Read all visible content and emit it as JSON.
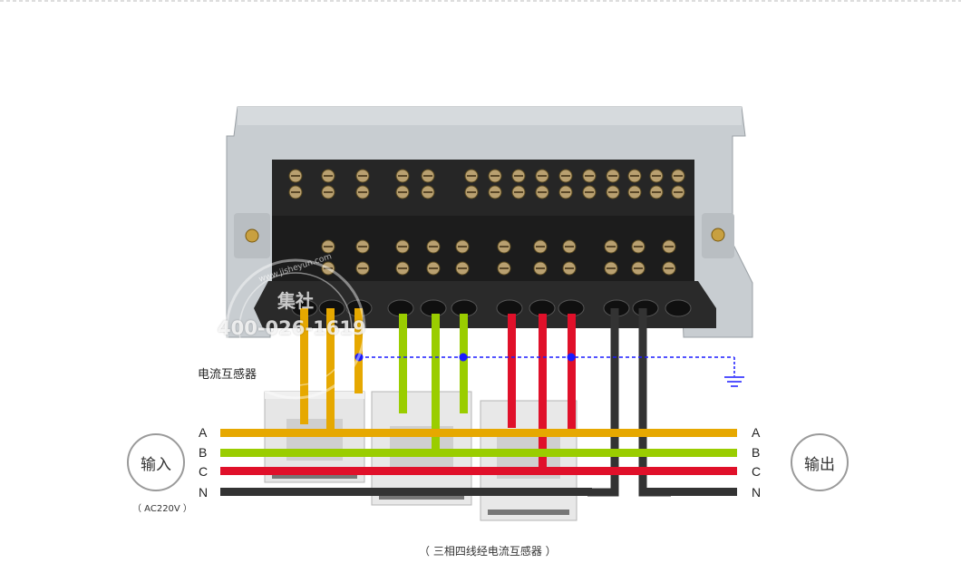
{
  "labels": {
    "ct_label": "电流互感器",
    "input": "输入",
    "input_note": "（ AC220V ）",
    "output": "输出",
    "caption": "（ 三相四线经电流互感器 ）",
    "watermark_brand": "集社",
    "watermark_phone": "400-026-1619",
    "watermark_site": "www.jisheyun.com"
  },
  "phases_left": [
    "A",
    "B",
    "C",
    "N"
  ],
  "phases_right": [
    "A",
    "B",
    "C",
    "N"
  ],
  "colors": {
    "phase_a": "#e6a800",
    "phase_b": "#9acd00",
    "phase_c": "#e0102a",
    "neutral": "#333333",
    "ground": "#1a1aff",
    "meter_body": "#c9ced2",
    "terminal_block": "#1b1b1b"
  },
  "icons": [
    "ground-symbol-icon",
    "junction-dot-icon",
    "screw-terminal-icon"
  ]
}
